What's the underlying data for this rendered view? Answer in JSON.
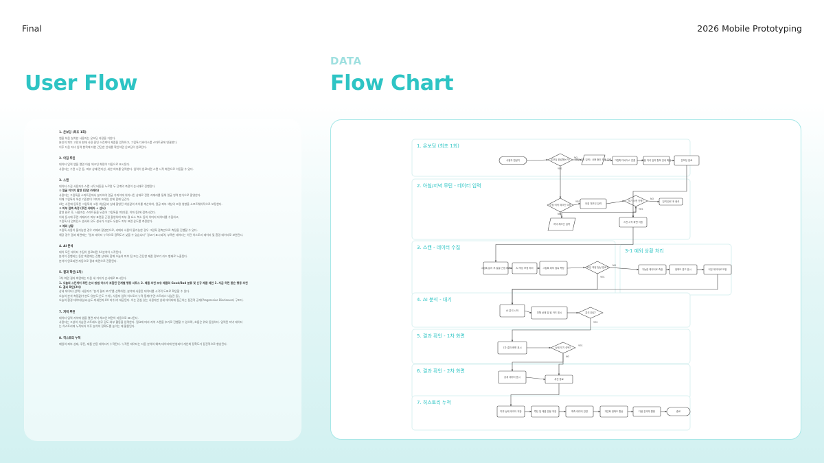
{
  "header": {
    "left": "Final",
    "right": "2026 Mobile Prototyping"
  },
  "titles": {
    "user_flow": "User Flow",
    "eyebrow": "DATA",
    "flow_chart": "Flow Chart"
  },
  "user_flow_doc": [
    {
      "heading": "1. 온보딩 (최초 1회)",
      "lines": [
        {
          "t": "앱을 처음 설치한 사용자는 온보딩 과정을 거친다."
        },
        {
          "t": "본인의 피부 고민과 현재 사용 중인 스킨케어 제품을 입력하고, 그립톡 디바이스를 스마트폰에 연결한다."
        },
        {
          "t": "이후 다음 자녀 입력 항목에 대한 간단한 안내를 확인하면 온보딩이 완료된다."
        }
      ]
    },
    {
      "heading": "2. 아침 루틴",
      "lines": [
        {
          "t": "데이터 입력 앱을 열면 아침 체크인 화면이 자동으로 표시된다."
        },
        {
          "t": "사용자는 수면 시간 등, 피부 상태/컨디션, 세안 여부를 입력한다. 입력이 완료되면 스캔 시작 화면으로 이동할 수 있다."
        }
      ]
    },
    {
      "heading": "3. 스캔",
      "lines": [
        {
          "t": "데이터 수집 사용자가 스캔 시작 버튼을 누르면 두 단계의 측정이 순서대로 진행된다."
        },
        {
          "t": "① 얼굴 이미지 촬영 (전면 카메라)",
          "b": true
        },
        {
          "t": "사용자는 그립톡을 스마트폰에서 분리하여 얼굴 가까이에 위치시킨 상태로 전면 카메라를 통해 얼굴 영역 방식으로 촬영한다."
        },
        {
          "t": "이때 그립톡의 색상 기준판이 이미지 프레임 안에 함께 담긴다."
        },
        {
          "t": "AI는 사전에 등록된 그립톡의 고정 색상값과 실제 촬영된 색상값의 차이를 계산하여, 얼굴 피부 색상의 조명 영향을 소프트웨어적으로 보정한다."
        },
        {
          "t": "② 피부 접촉 측정 (후면 카메라 + 센서)",
          "b": true
        },
        {
          "t": "촬영 완료 후, 사용자는 스마트폰을 뒤집어 그립톡을 피부(볼, 이마 등)에 접촉시킨다."
        },
        {
          "t": "이와 동시에 후면 카메라가 피부 표면을 근접 촬영하여 피부 결 요소 복소 등의 이미지 데이터를 수집하고,"
        },
        {
          "t": "그립톡 내 임피던스 센서와 유도 센서가 수분도·유분도 피부 표면 온도를 측정한다."
        },
        {
          "t": "③ 예외 상황",
          "b": true
        },
        {
          "t": "그립톡 사용이 불가능한 경우 카메라 촬영만으로, 카메라 사용이 불가능한 경우 그립톡 접촉만으로 측정을 진행할 수 있다."
        },
        {
          "t": "해당 경우 결과 화면에는 \"일부 데이터 누락으로 정확도가 낮을 수 있습니다\" 경고가 표시되며, 부족한 데이터는 이전 히스토리 데이터 및 환경 데이터로 보완된다."
        }
      ]
    },
    {
      "heading": "4. AI 분석",
      "lines": [
        {
          "t": "데이 모든 데이터 수집이 완료되면 AI 분석이 시작된다."
        },
        {
          "t": "분석이 진행되는 동안 화면에는 진행 상태와 함께 오늘의 피부 팁 또는 간단한 제품 정보가 카드 형태로 노출된다."
        },
        {
          "t": "분석이 완료되면 자동으로 결과 화면으로 전환된다."
        }
      ]
    },
    {
      "heading": "5. 결과 확인(1차)",
      "lines": [
        {
          "t": "1차 화면 결과 화면에는 다음 세 가지가 순서대로 표시된다."
        },
        {
          "t": "1. 오늘의 스킨케어 루틴 순서·방법 어드가 포함된 단계별 행동 서트스 2. 제품 추천 보유 제품의 Good/Bad 분류 및 신규 제품 제안 3. 지금 하면 좋은 행동 추천",
          "b": true
        },
        {
          "t": "6. 결과 확인(2차)",
          "b": true
        },
        {
          "t": "상세 데이터 (선택) 사용자가 \"분석 결과 보기\"를 선택하면, 분석에 사용된 데이터를 시각적 도표로 확인할 수 있다."
        },
        {
          "t": "오늘의 분석 측정값(수분도·유분도·온도 수치), 사용자 입력 히스토리 누적 통계(수면·스트레스·식습관 등),"
        },
        {
          "t": "오늘의 환경 데이터(날씨·습도·미세먼지·UV 지수)가 제공된다. 이는 관심 있는 사용자만 상세 데이터에 접근하는 점진적 공개(Progressive Disclosure) 구조다."
        }
      ]
    },
    {
      "heading": "7. 저녁 루틴",
      "lines": [
        {
          "t": "데이터 입력 저녁에 앱을 열면 저녁 체크인 화면이 자동으로 표시된다."
        },
        {
          "t": "사용자는 그날의 식습관·스트레스·업무 강도·외부 활동을 입력한다. 필요에 따라 저녁 스캔을 추가로 진행할 수 있으며, 흐름은 위와 동일하다. 입력된 저녁 데이터"
        },
        {
          "t": "는 히스토리에 누적되어 이후 분석의 정확도를 높이는 데 활용된다."
        }
      ]
    },
    {
      "heading": "8. 히스토리 누적",
      "lines": [
        {
          "t": "매일의 피부 상태, 루틴, 제품 반응 데이터가 누적된다. 누적된 데이터는 다음 분석의 예측 데이터에 반영되어 개인화 정확도가 점진적으로 향상된다."
        }
      ]
    }
  ],
  "flow_sections": [
    {
      "title": "1. 온보딩 (최초 1회)"
    },
    {
      "title": "2. 아침/저녁 루틴 - 데이터 입력"
    },
    {
      "title": "3. 스캔 - 데이터 수집"
    },
    {
      "title": "3-1 예외 상황 처리"
    },
    {
      "title": "4. AI 분석 - 대기"
    },
    {
      "title": "5. 결과 확인 - 1차 화면"
    },
    {
      "title": "6. 결과 확인 - 2차 화면"
    },
    {
      "title": "7. 히스토리 누적"
    }
  ],
  "flow_nodes": [
    {
      "shape": "terminal",
      "text": "사용자 앱설치"
    },
    {
      "shape": "decision",
      "text": "온보딩 완료했는가?"
    },
    {
      "shape": "io",
      "text": "피부 고민 입력 / 사용 중인 제품 입력"
    },
    {
      "shape": "process",
      "text": "그립톡 디바이스 연결"
    },
    {
      "shape": "process",
      "text": "다음 자녀 입력 항목 안내 확인"
    },
    {
      "shape": "process",
      "text": "온보딩 완료"
    },
    {
      "shape": "decision",
      "text": "아침·저녁 체크인 여부"
    },
    {
      "shape": "process",
      "text": "아침 체크인 입력"
    },
    {
      "shape": "io",
      "text": "저녁 체크인 입력"
    },
    {
      "shape": "decision",
      "text": "추가 스캔 진행?"
    },
    {
      "shape": "process",
      "text": "입력 완료 후 종료"
    },
    {
      "shape": "process",
      "text": "스캔 시작 화면 이동"
    },
    {
      "shape": "process",
      "text": "그립톡 분리 후 얼굴 근접 배치"
    },
    {
      "shape": "process",
      "text": "AI 색상 보정 처리"
    },
    {
      "shape": "process",
      "text": "그립톡 피부 접촉 측정"
    },
    {
      "shape": "decision",
      "text": "모든 측정 정상 완료?"
    },
    {
      "shape": "process",
      "text": "가능한 데이터로 측정"
    },
    {
      "shape": "process",
      "text": "정확도 경고 표시"
    },
    {
      "shape": "process",
      "text": "이전 데이터로 보완"
    },
    {
      "shape": "process",
      "text": "AI 분석 시작"
    },
    {
      "shape": "process",
      "text": "진행 상태 및 팁 카드 표시"
    },
    {
      "shape": "decision",
      "text": "분석 완료?"
    },
    {
      "shape": "process",
      "text": "1차 결과 화면 표시"
    },
    {
      "shape": "decision",
      "text": "상세 보기 선택?"
    },
    {
      "shape": "process",
      "text": "상세 데이터 표시"
    },
    {
      "shape": "process",
      "text": "세션 종료"
    },
    {
      "shape": "process",
      "text": "피부 상태 데이터 저장"
    },
    {
      "shape": "process",
      "text": "루틴 및 제품 반응 저장"
    },
    {
      "shape": "process",
      "text": "예측 데이터 반영"
    },
    {
      "shape": "process",
      "text": "개인화 정확도 향상"
    },
    {
      "shape": "process",
      "text": "다음 분석에 활용"
    },
    {
      "shape": "terminal",
      "text": "종료"
    }
  ],
  "edge_labels": {
    "yes": "YES",
    "no": "NO"
  },
  "colors": {
    "accent": "#2ec4c4",
    "accent_light": "#9fe0e0",
    "card_border": "#a6e7e7"
  }
}
